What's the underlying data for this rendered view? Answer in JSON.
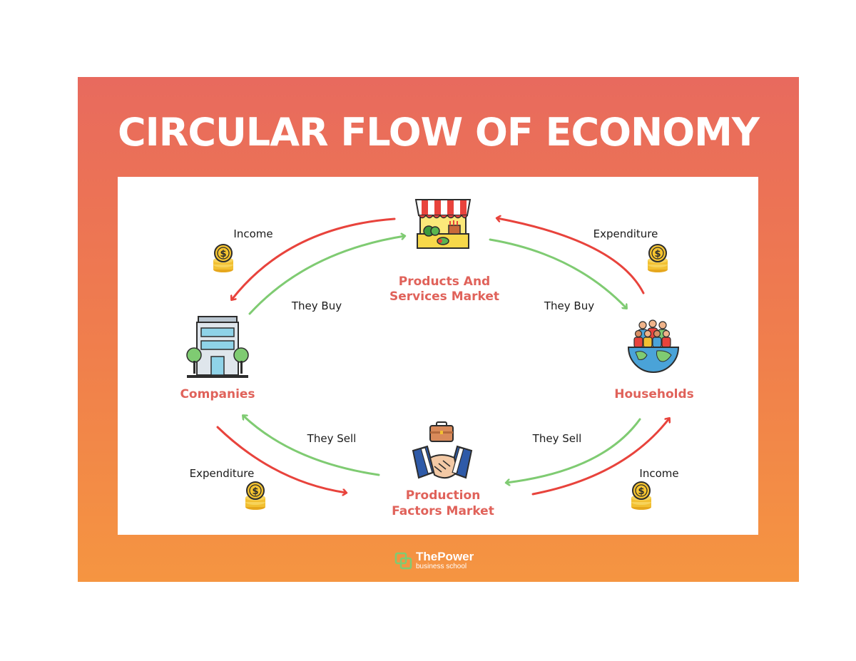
{
  "title": "CIRCULAR FLOW OF ECONOMY",
  "nodes": {
    "products_market": [
      "Products And",
      "Services Market"
    ],
    "companies": "Companies",
    "households": "Households",
    "factors_market": [
      "Production",
      "Factors Market"
    ]
  },
  "flows": {
    "income_top": "Income",
    "expenditure_top": "Expenditure",
    "they_buy_left": "They Buy",
    "they_buy_right": "They Buy",
    "they_sell_left": "They Sell",
    "they_sell_right": "They Sell",
    "expenditure_bottom": "Expenditure",
    "income_bottom": "Income"
  },
  "brand": {
    "name": "ThePower",
    "sub": "business school"
  },
  "colors": {
    "money_arrow": "#e8433c",
    "goods_arrow": "#7fcb72",
    "node_label": "#e0625a",
    "background_top": "#e86a5e",
    "background_bottom": "#f59541"
  },
  "icons": [
    "coin-stack-icon",
    "market-stall-icon",
    "office-building-icon",
    "people-globe-icon",
    "handshake-icon",
    "briefcase-icon"
  ]
}
